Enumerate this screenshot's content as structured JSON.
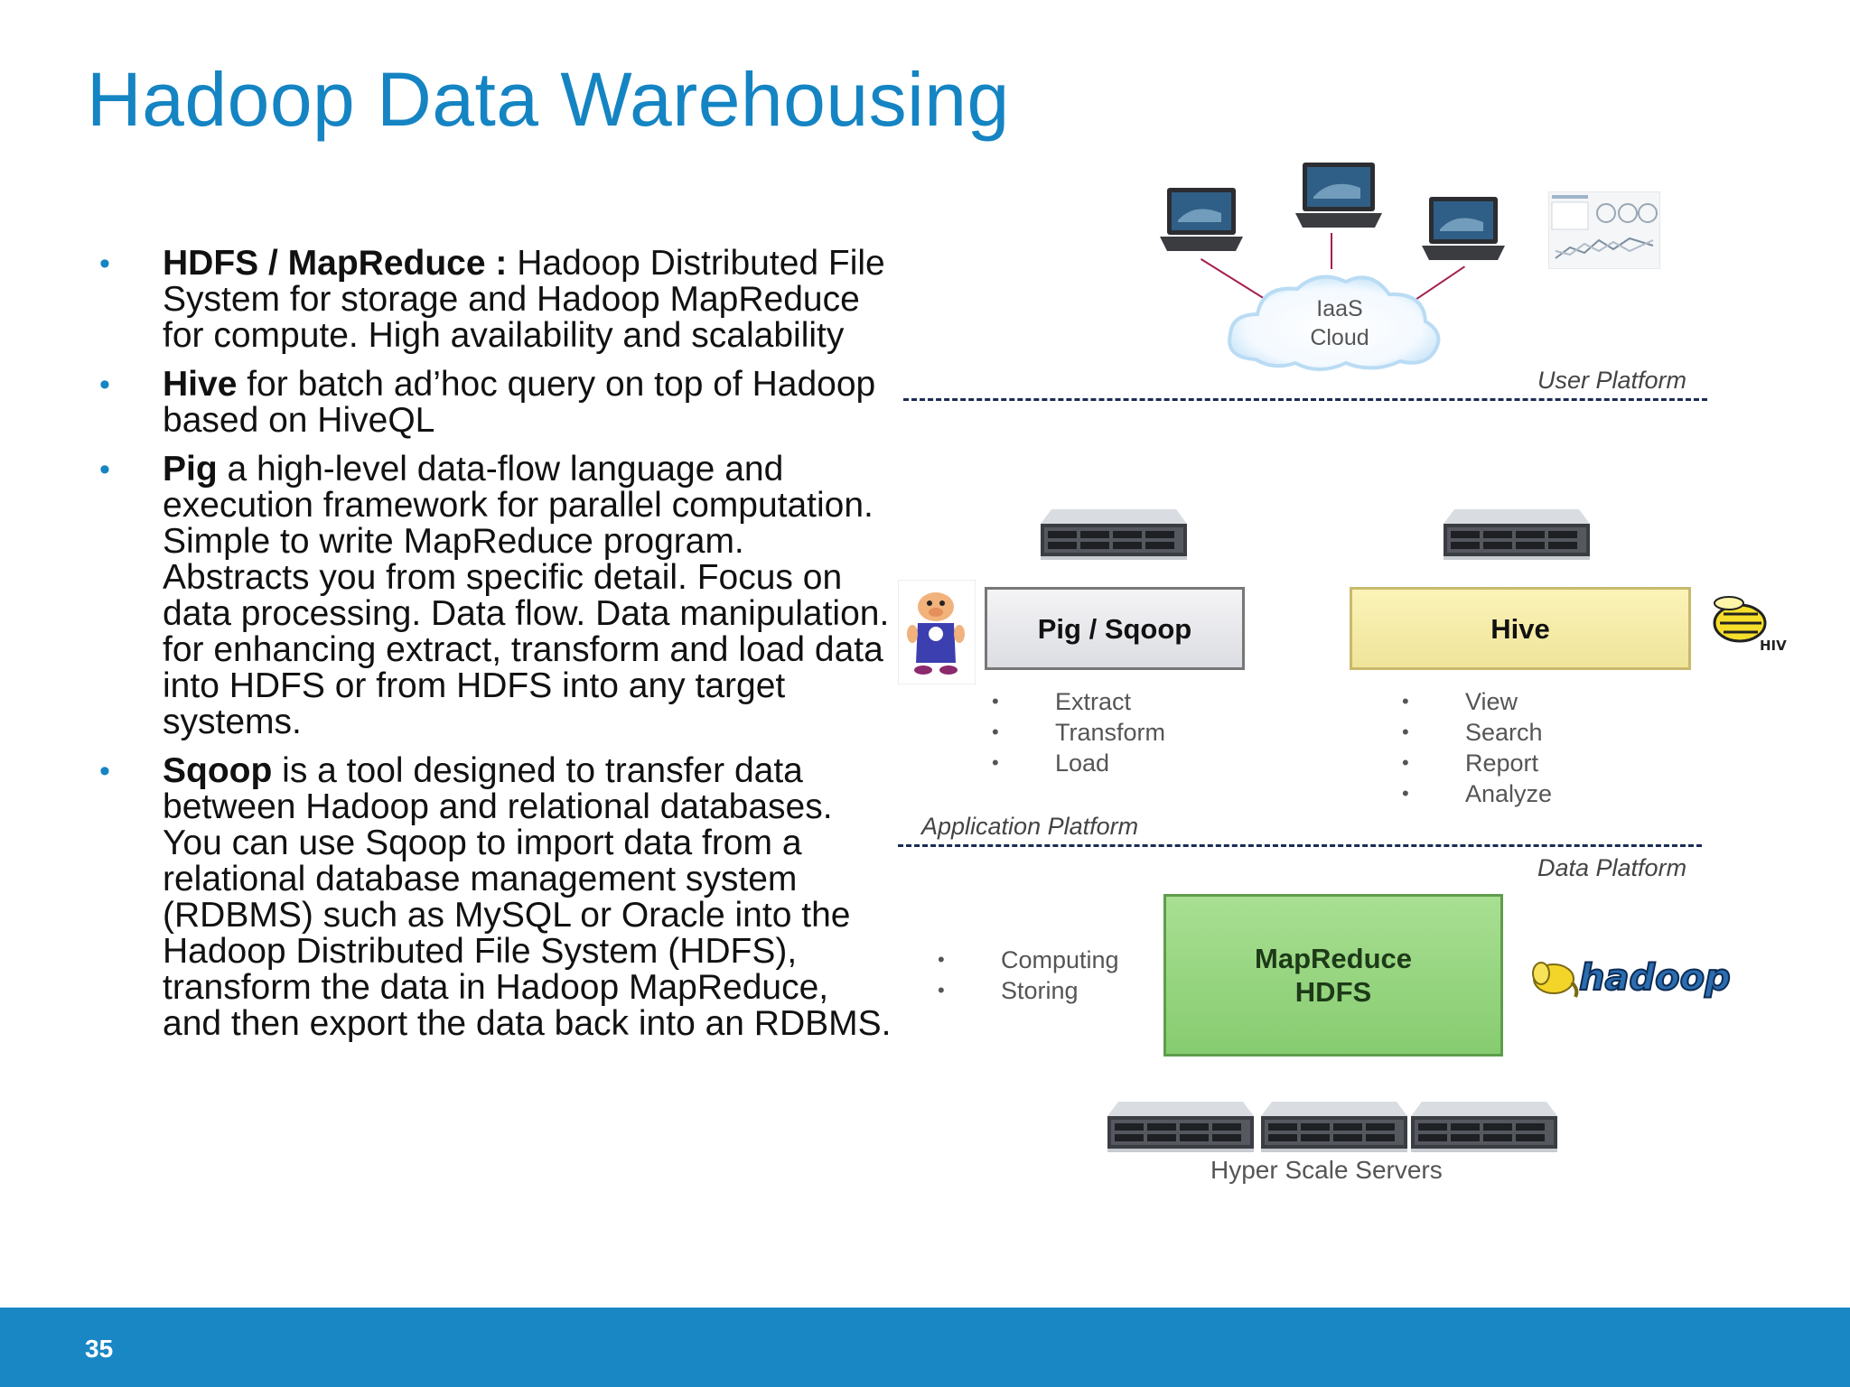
{
  "slide": {
    "title": "Hadoop Data Warehousing",
    "page_number": "35"
  },
  "bullets": [
    {
      "term": "HDFS / MapReduce :",
      "text": " Hadoop Distributed File System for storage and Hadoop MapReduce for compute. High availability and scalability"
    },
    {
      "term": "Hive",
      "text": " for batch ad’hoc query on top of Hadoop based on HiveQL"
    },
    {
      "term": "Pig",
      "text": " a high-level data-flow language and execution framework for parallel computation. Simple to write MapReduce program. Abstracts you from specific detail. Focus on data processing. Data flow. Data manipulation. for enhancing extract, transform and load data into HDFS or from HDFS into any target systems."
    },
    {
      "term": "Sqoop",
      "text": " is a tool designed to transfer data between Hadoop and relational databases. You can use Sqoop to import data from a relational database management system (RDBMS) such as MySQL or Oracle into the Hadoop Distributed File System (HDFS), transform the data in Hadoop MapReduce, and then export the data back into an RDBMS."
    }
  ],
  "diagram": {
    "cloud": {
      "line1": "IaaS",
      "line2": "Cloud"
    },
    "platforms": {
      "user": "User Platform",
      "application": "Application Platform",
      "data": "Data Platform"
    },
    "pig_sqoop": {
      "label": "Pig / Sqoop",
      "items": [
        "Extract",
        "Transform",
        "Load"
      ]
    },
    "hive": {
      "label": "Hive",
      "items": [
        "View",
        "Search",
        "Report",
        "Analyze"
      ],
      "logo_text": "HIVE"
    },
    "mapreduce": {
      "line1": "MapReduce",
      "line2": "HDFS",
      "items": [
        "Computing",
        "Storing"
      ],
      "logo_text": "hadoop"
    },
    "servers_label": "Hyper Scale Servers"
  },
  "colors": {
    "title": "#1584c3",
    "footer": "#1a87c5",
    "dash": "#1c2b55",
    "link": "#a3204d"
  }
}
